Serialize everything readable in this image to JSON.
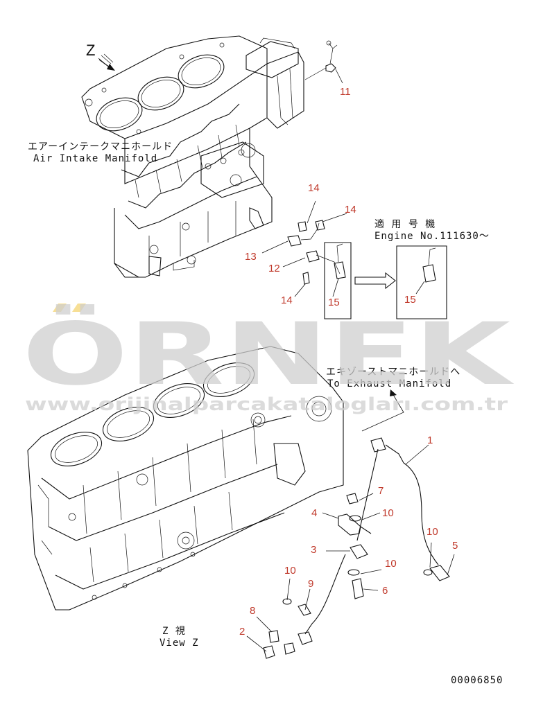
{
  "labels": {
    "view_arrow": "Z",
    "air_intake_jp": "エアーインテークマニホールド",
    "air_intake_en": "Air Intake Manifold",
    "applicable_jp": "適 用 号 機",
    "applicable_en": "Engine No.111630～",
    "exhaust_jp": "エキゾーストマニホールドへ",
    "exhaust_en": "To Exhaust Manifold",
    "view_jp": "Z  視",
    "view_en": "View Z",
    "drawing_no": "00006850"
  },
  "watermark": {
    "big": "ÖRNEK",
    "url": "www.orijinalparcakatalogları.com.tr"
  },
  "callouts": {
    "c11": "11",
    "c14a": "14",
    "c14b": "14",
    "c13": "13",
    "c12": "12",
    "c14c": "14",
    "c15a": "15",
    "c15b": "15",
    "c1": "1",
    "c7": "7",
    "c4": "4",
    "c10a": "10",
    "c10b": "10",
    "c5": "5",
    "c3": "3",
    "c10c": "10",
    "c10d": "10",
    "c9": "9",
    "c6": "6",
    "c8": "8",
    "c2": "2"
  },
  "colors": {
    "callout": "#c0392b",
    "line": "#111111",
    "watermark": "#cfcfcf",
    "watermark_accent": "#f5d77a"
  }
}
